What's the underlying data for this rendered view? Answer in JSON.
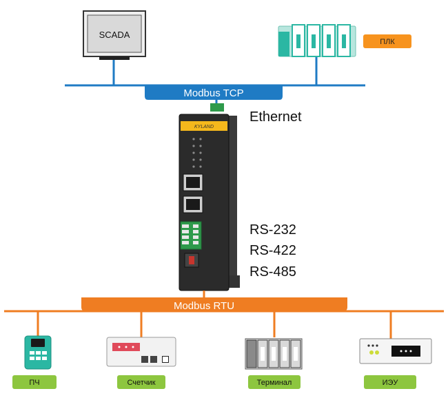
{
  "top_network": {
    "scada_label": "SCADA",
    "plc_label": "ПЛК",
    "bus_label": "Modbus TCP",
    "bus_color": "#1f7bc4"
  },
  "gateway": {
    "brand": "KYLAND",
    "ethernet_label": "Ethernet",
    "serial_labels": [
      "RS-232",
      "RS-422",
      "RS-485"
    ]
  },
  "bottom_network": {
    "bus_label": "Modbus RTU",
    "bus_color": "#ef7d22",
    "devices": [
      {
        "label": "ПЧ",
        "icon": "frequency-converter-icon"
      },
      {
        "label": "Счетчик",
        "icon": "meter-icon"
      },
      {
        "label": "Терминал",
        "icon": "terminal-icon"
      },
      {
        "label": "ИЭУ",
        "icon": "ied-icon"
      }
    ],
    "label_badge_color": "#8dc63f"
  },
  "colors": {
    "plc_badge": "#f7931e",
    "device_teal": "#2bb7a3",
    "line_blue": "#1f7bc4"
  }
}
